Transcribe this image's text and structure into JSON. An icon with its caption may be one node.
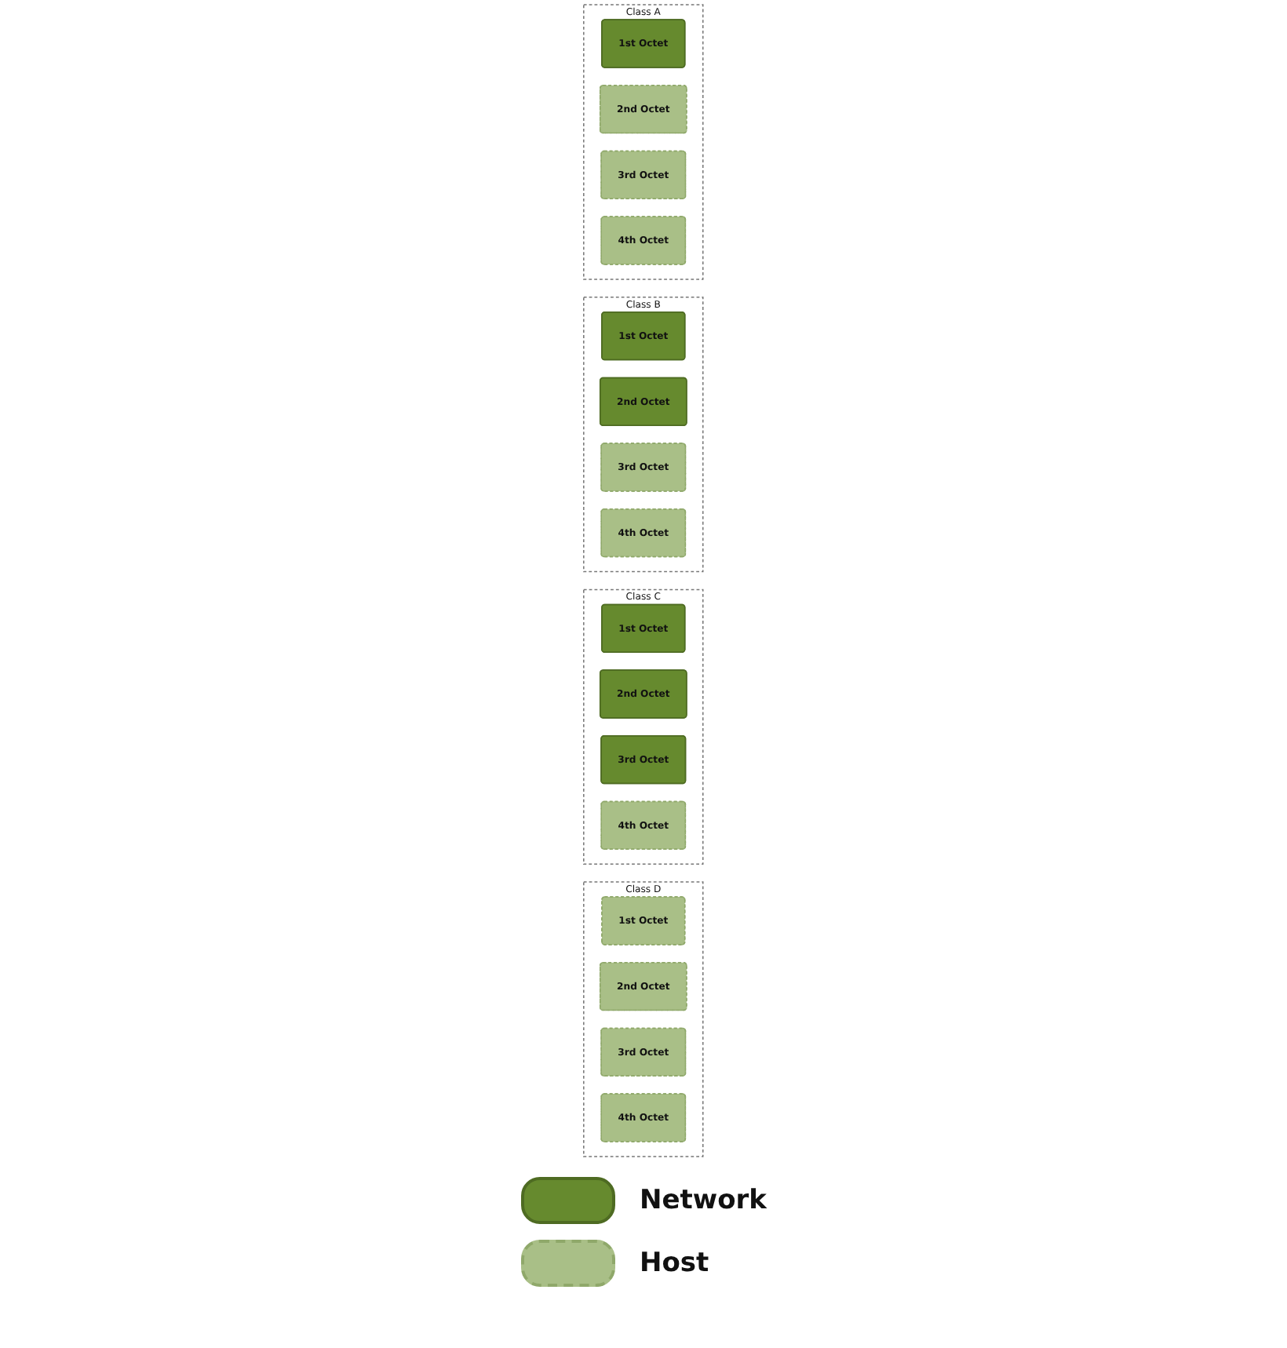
{
  "diagram": {
    "nodes": [
      {
        "text": [
          "Class A"
        ]
      },
      {
        "text": [
          "1st Octet"
        ],
        "in": 0
      },
      {
        "text": [
          "2nd Octet"
        ],
        "in": 0
      },
      {
        "text": [
          "3rd Octet"
        ],
        "in": 0
      },
      {
        "text": [
          "4th Octet"
        ],
        "in": 0
      },
      {
        "text": [
          "Class B"
        ]
      },
      {
        "text": [
          "1st Octet"
        ],
        "in": 5
      },
      {
        "text": [
          "2nd Octet"
        ],
        "in": 5
      },
      {
        "text": [
          "3rd Octet"
        ],
        "in": 5
      },
      {
        "text": [
          "4th Octet"
        ],
        "in": 5
      },
      {
        "text": [
          "Class C"
        ]
      },
      {
        "text": [
          "1st Octet"
        ],
        "in": 10
      },
      {
        "text": [
          "2nd Octet"
        ],
        "in": 10
      },
      {
        "text": [
          "3rd Octet"
        ],
        "in": 10
      },
      {
        "text": [
          "4th Octet"
        ],
        "in": 10
      },
      {
        "text": [
          "Class D"
        ]
      },
      {
        "text": [
          "1st Octet"
        ],
        "in": 15
      },
      {
        "text": [
          "2nd Octet"
        ],
        "in": 15
      },
      {
        "text": [
          "3rd Octet"
        ],
        "in": 15
      },
      {
        "text": [
          "4th Octet"
        ],
        "in": 15
      }
    ],
    "edges": [],
    "legend": [
      {
        "text": "Network",
        "color": "#668a2e"
      },
      {
        "text": "Host",
        "color": "#a9bf87"
      }
    ]
  }
}
